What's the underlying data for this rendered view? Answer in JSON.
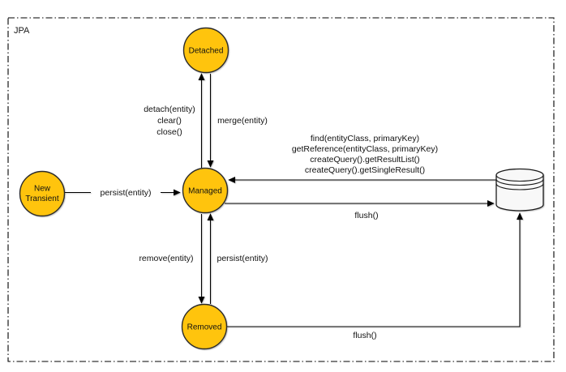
{
  "frame": {
    "label": "JPA"
  },
  "nodes": {
    "new_transient": {
      "line1": "New",
      "line2": "Transient"
    },
    "detached": {
      "label": "Detached"
    },
    "managed": {
      "label": "Managed"
    },
    "removed": {
      "label": "Removed"
    }
  },
  "edges": {
    "detach": "detach(entity)",
    "clear": "clear()",
    "close": "close()",
    "merge": "merge(entity)",
    "persist_new": "persist(entity)",
    "find": "find(entityClass, primaryKey)",
    "get_reference": "getReference(entityClass, primaryKey)",
    "create_query_result_list": "createQuery().getResultList()",
    "create_query_single_result": "createQuery().getSingleResult()",
    "flush_managed": "flush()",
    "remove": "remove(entity)",
    "persist_removed": "persist(entity)",
    "flush_removed": "flush()"
  },
  "colors": {
    "node_fill": "#FFC40D",
    "node_stroke": "#2B2B2B",
    "line": "#000000",
    "cylinder_fill": "#F8F8F8",
    "background": "#FFFFFF"
  }
}
